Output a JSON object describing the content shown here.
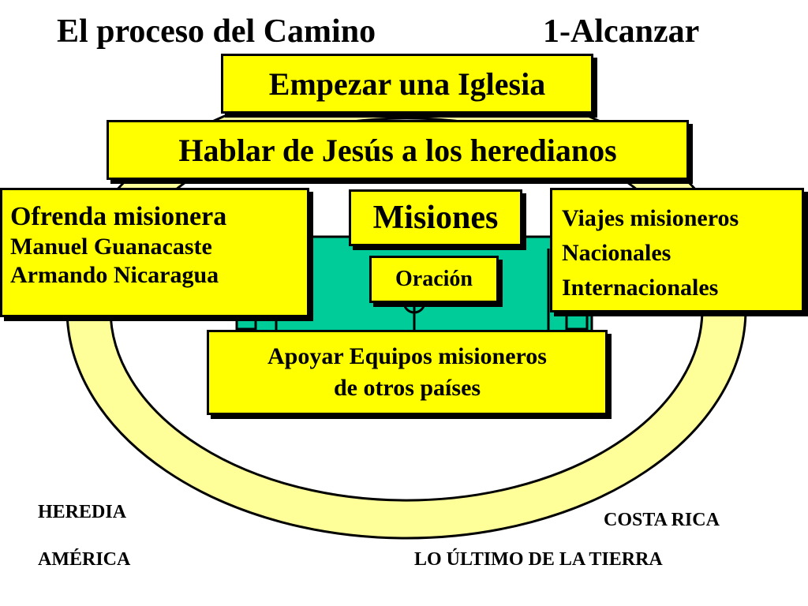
{
  "title": {
    "left": "El proceso del Camino",
    "right": "1-Alcanzar"
  },
  "boxes": {
    "church": "Empezar una Iglesia",
    "talk": "Hablar de Jesús a los heredianos",
    "missions": "Misiones",
    "prayer": "Oración",
    "offering": [
      "Ofrenda misionera",
      "Manuel Guanacaste",
      "Armando Nicaragua"
    ],
    "trips": [
      "Viajes misioneros",
      "Nacionales",
      "Internacionales"
    ],
    "support": [
      "Apoyar Equipos misioneros",
      "de otros países"
    ]
  },
  "regions": {
    "heredia": "HEREDIA",
    "costa_rica": "COSTA RICA",
    "america": "AMÉRICA",
    "ends": "LO ÚLTIMO DE LA TIERRA"
  },
  "colors": {
    "box_fill": "#ffff00",
    "ring_fill": "#ffff99",
    "field_fill": "#00cc99",
    "text": "#000000"
  }
}
